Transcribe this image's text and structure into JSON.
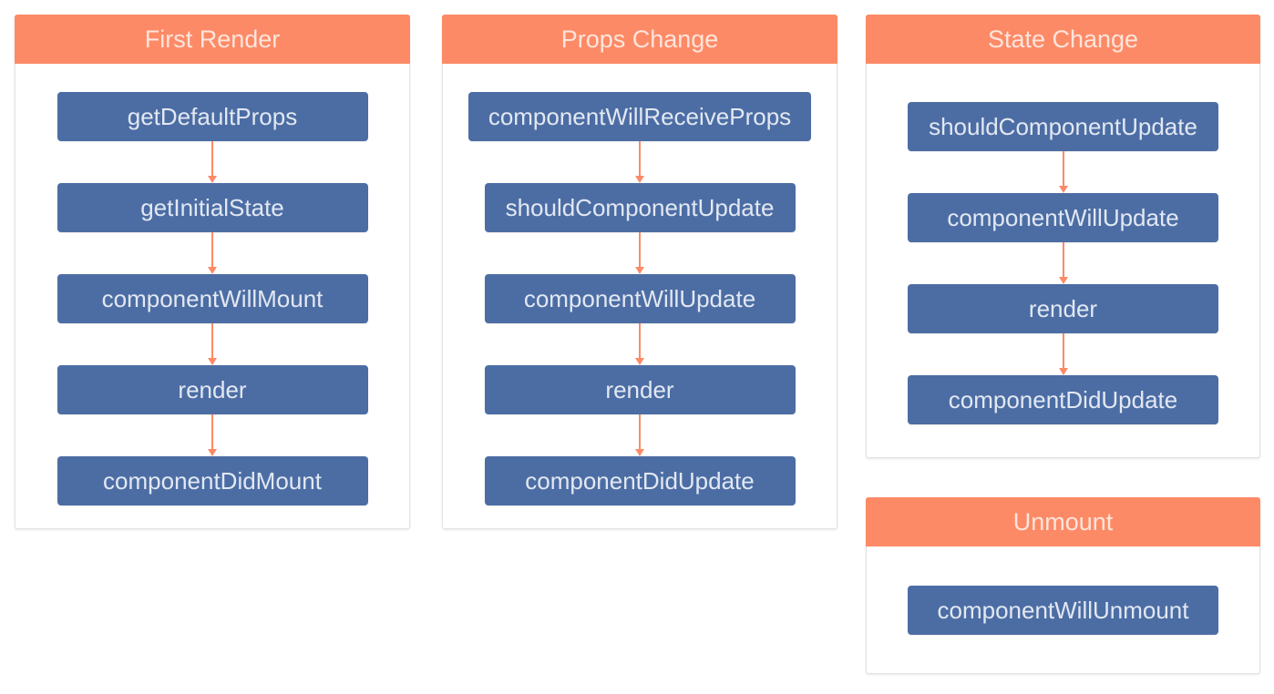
{
  "colors": {
    "page_bg": "#ffffff",
    "header_bg": "#fd8a66",
    "header_text": "#fee5dc",
    "box_bg": "#4c6da4",
    "box_text": "#e2e8f2",
    "arrow": "#fd8a66",
    "card_border": "#e3e3e3"
  },
  "icons": {
    "down_arrow": "css-triangle-down"
  },
  "panels": [
    {
      "id": "first-render",
      "title": "First Render",
      "steps": [
        "getDefaultProps",
        "getInitialState",
        "componentWillMount",
        "render",
        "componentDidMount"
      ]
    },
    {
      "id": "props-change",
      "title": "Props Change",
      "steps": [
        "componentWillReceiveProps",
        "shouldComponentUpdate",
        "componentWillUpdate",
        "render",
        "componentDidUpdate"
      ]
    },
    {
      "id": "state-change",
      "title": "State Change",
      "steps": [
        "shouldComponentUpdate",
        "componentWillUpdate",
        "render",
        "componentDidUpdate"
      ]
    },
    {
      "id": "unmount",
      "title": "Unmount",
      "steps": [
        "componentWillUnmount"
      ]
    }
  ]
}
